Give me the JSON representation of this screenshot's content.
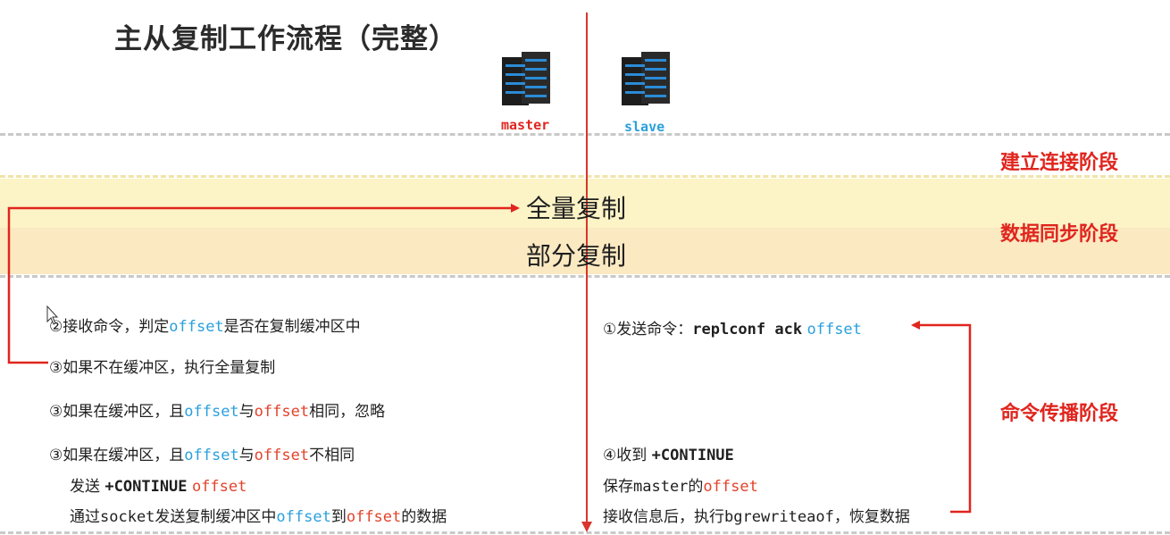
{
  "title": "主从复制工作流程（完整）",
  "nodes": {
    "master": "master",
    "slave": "slave"
  },
  "stages": {
    "connect": "建立连接阶段",
    "sync": "数据同步阶段",
    "propagate": "命令传播阶段"
  },
  "bands": {
    "full": "全量复制",
    "partial": "部分复制"
  },
  "left": {
    "l1": {
      "a": "②接收命令，判定",
      "kw": "offset",
      "b": "是否在复制缓冲区中"
    },
    "l2": "③如果不在缓冲区，执行全量复制",
    "l3": {
      "a": "③如果在缓冲区，且",
      "kw1": "offset",
      "mid": "与",
      "kw2": "offset",
      "b": "相同，忽略"
    },
    "l4": {
      "a": "③如果在缓冲区，且",
      "kw1": "offset",
      "mid": "与",
      "kw2": "offset",
      "b": "不相同"
    },
    "l5": {
      "a": "发送 ",
      "cmd": "+CONTINUE",
      "kw": "offset"
    },
    "l6": {
      "a": "通过",
      "sock": "socket",
      "b": "发送复制缓冲区中",
      "kw1": "offset",
      "mid": "到",
      "kw2": "offset",
      "c": "的数据"
    }
  },
  "right": {
    "r1": {
      "a": "①发送命令：",
      "cmd": "replconf ack",
      "kw": "offset"
    },
    "r2": {
      "a": "④收到 ",
      "cmd": "+CONTINUE"
    },
    "r3": {
      "a": "保存",
      "m": "master",
      "b": "的",
      "kw": "offset"
    },
    "r4": {
      "a": "接收信息后，执行",
      "cmd": "bgrewriteaof",
      "b": "，恢复数据"
    }
  },
  "colors": {
    "accent_red": "#e0251e",
    "offset_blue": "#2aa0dc",
    "offset_red": "#e2432b",
    "band_light": "#fcf3c6",
    "band_dark": "#fbe9c2"
  }
}
